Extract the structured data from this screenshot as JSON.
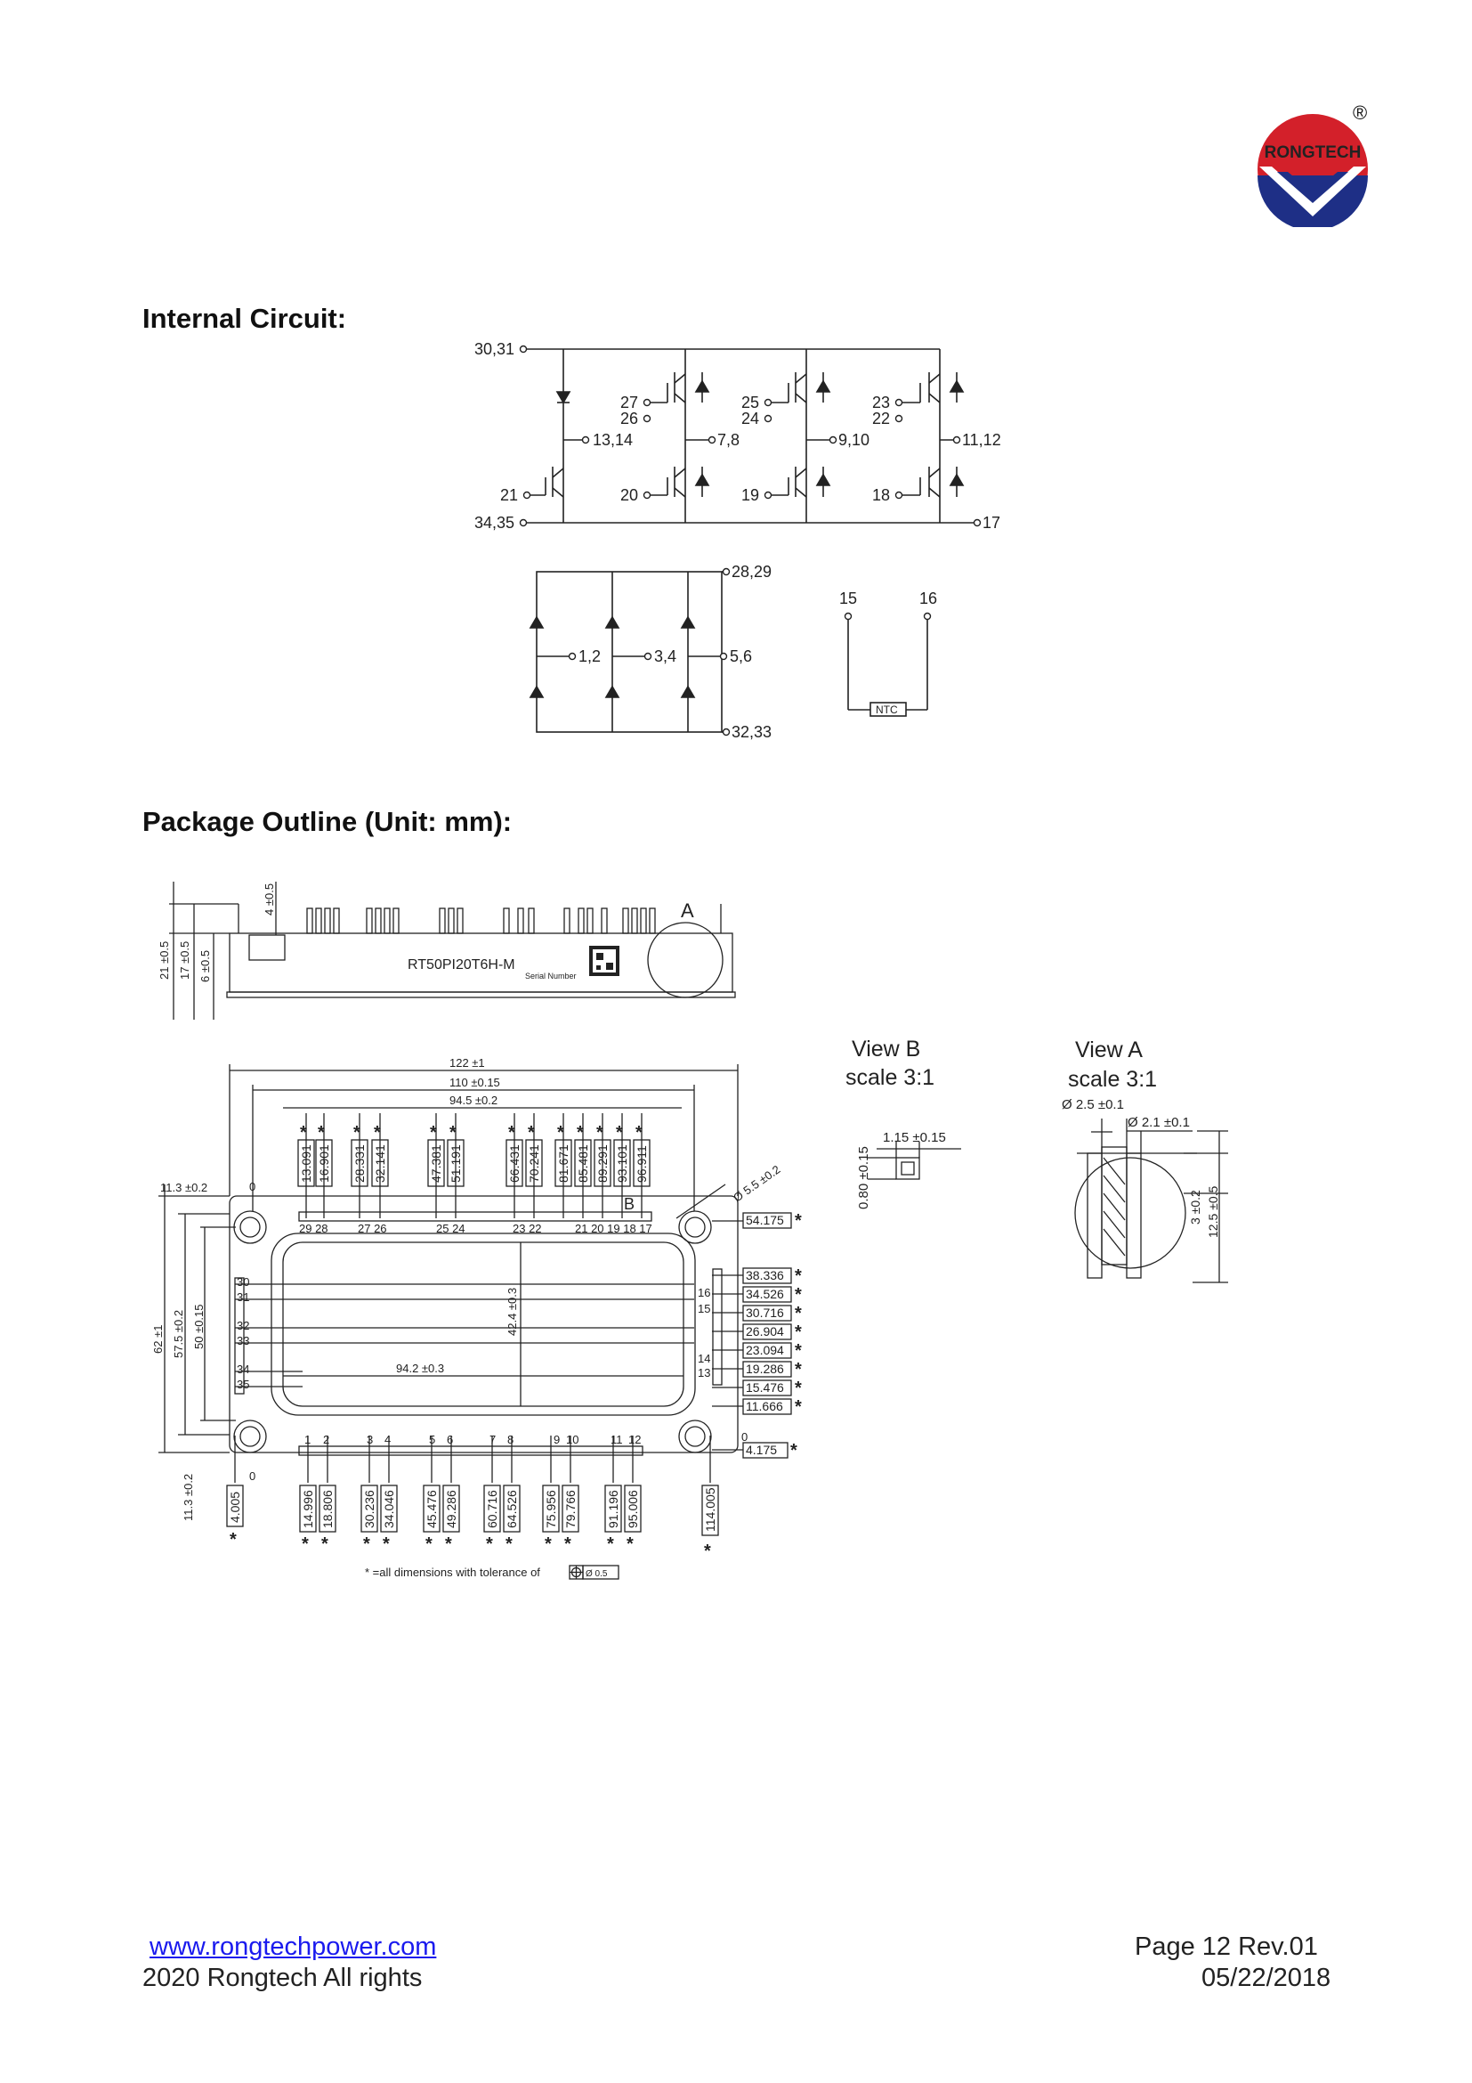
{
  "brand": {
    "logo_text": "RONGTECH",
    "registered_mark": "®",
    "colors": {
      "red": "#d3202a",
      "navy": "#1e2f86",
      "white": "#ffffff"
    }
  },
  "sections": {
    "internal_circuit": "Internal Circuit:",
    "package_outline": "Package Outline (Unit: mm):"
  },
  "circuit": {
    "labels": {
      "top_rail": "30,31",
      "bottom_rail": "34,35",
      "u_out": "13,14",
      "v_out": "7,8",
      "w_out": "9,10",
      "brake_out": "11,12",
      "g27": "27",
      "g26": "26",
      "g25": "25",
      "g24": "24",
      "g23": "23",
      "g22": "22",
      "g21": "21",
      "g20": "20",
      "g19": "19",
      "g18": "18",
      "brake_emitter": "17",
      "rect_pos": "28,29",
      "rect_neg": "32,33",
      "rect_in1": "1,2",
      "rect_in2": "3,4",
      "rect_in3": "5,6",
      "ntc_pin1": "15",
      "ntc_pin2": "16",
      "ntc": "NTC"
    }
  },
  "package": {
    "side_view": {
      "part_marking": "RT50PI20T6H-M",
      "serial_label": "Serial Number",
      "view_a_marker": "A",
      "dims": [
        "21 ±0.5",
        "17 ±0.5",
        "6 ±0.5",
        "4 ±0.5"
      ]
    },
    "top_view": {
      "overall_dims": [
        "122 ±1",
        "110 ±0.15",
        "94.5 ±0.2"
      ],
      "top_pin_x": [
        "13.091",
        "16.901",
        "28.331",
        "32.141",
        "47.381",
        "51.191",
        "66.431",
        "70.241",
        "81.671",
        "85.481",
        "89.291",
        "93.101",
        "96.911"
      ],
      "top_pin_numbers": [
        "29 28",
        "27 26",
        "25 24",
        "23 22",
        "21 20 19 18 17"
      ],
      "bottom_pin_x": [
        "14.996",
        "18.806",
        "30.236",
        "34.046",
        "45.476",
        "49.286",
        "60.716",
        "64.526",
        "75.956",
        "79.766",
        "91.196",
        "95.006"
      ],
      "bottom_pin_numbers": [
        "1",
        "2",
        "3",
        "4",
        "5",
        "6",
        "7",
        "8",
        "9",
        "10",
        "11",
        "12"
      ],
      "bottom_left_x": "4.005",
      "bottom_right_x": "114.005",
      "right_y": [
        "54.175",
        "38.336",
        "34.526",
        "30.716",
        "26.904",
        "23.094",
        "19.286",
        "15.476",
        "11.666",
        "4.175"
      ],
      "right_pin_numbers": [
        "16",
        "15",
        "14",
        "13"
      ],
      "left_pin_numbers": [
        "30",
        "31",
        "32",
        "33",
        "34",
        "35"
      ],
      "left_dims": [
        "62 ±1",
        "57.5 ±0.2",
        "50 ±0.15",
        "11.3 ±0.2"
      ],
      "top_left_dim": "11.3 ±0.2",
      "zero": "0",
      "hole_dim": "Ø 5.5 ±0.2",
      "inner_width": "94.2 ±0.3",
      "inner_height": "42.4 ±0.3",
      "view_b_marker": "B",
      "star": "*",
      "tolerance_note": "* =all dimensions with tolerance of",
      "tolerance_value": "Ø 0.5"
    },
    "view_b": {
      "title": "View B",
      "scale": "scale 3:1",
      "dim_w": "1.15 ±0.15",
      "dim_h": "0.80 ±0.15"
    },
    "view_a": {
      "title": "View A",
      "scale": "scale 3:1",
      "dim_d1": "Ø 2.5 ±0.1",
      "dim_d2": "Ø 2.1 ±0.1",
      "dim_h1": "3 ±0.2",
      "dim_h2": "12.5 ±0.5"
    }
  },
  "footer": {
    "website": "www.rongtechpower.com",
    "copyright": "2020 Rongtech All rights",
    "page": "Page 12 Rev.01",
    "date": "05/22/2018"
  }
}
